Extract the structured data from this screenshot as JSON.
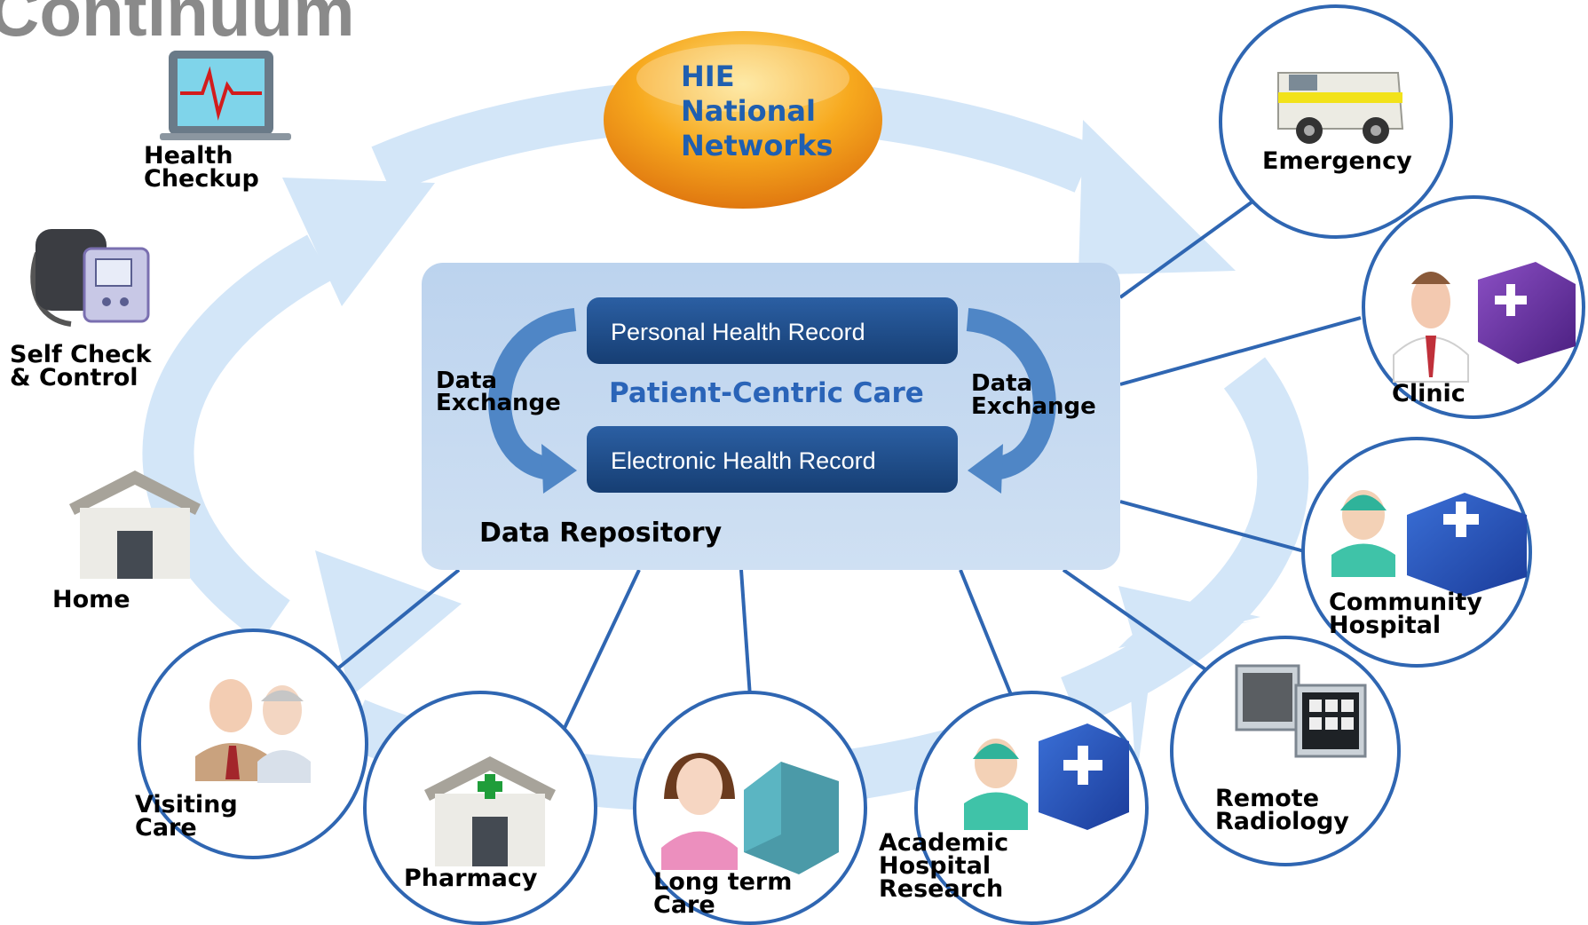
{
  "title": "Continuum",
  "hie": {
    "line1": "HIE",
    "line2": "National",
    "line3": "Networks"
  },
  "repository": {
    "personal_record": "Personal Health Record",
    "center_label": "Patient-Centric Care",
    "electronic_record": "Electronic Health Record",
    "repository_label": "Data Repository",
    "left_exchange": {
      "line1": "Data",
      "line2": "Exchange"
    },
    "right_exchange": {
      "line1": "Data",
      "line2": "Exchange"
    }
  },
  "left_items": [
    {
      "name": "health-checkup",
      "line1": "Health",
      "line2": "Checkup",
      "icon": "heart-monitor-icon"
    },
    {
      "name": "self-check",
      "line1": "Self Check",
      "line2": "& Control",
      "icon": "blood-pressure-monitor-icon"
    },
    {
      "name": "home",
      "line1": "Home",
      "line2": "",
      "icon": "house-icon"
    }
  ],
  "nodes": [
    {
      "name": "emergency",
      "line1": "Emergency",
      "line2": "",
      "line3": "",
      "icon": "ambulance-icon"
    },
    {
      "name": "clinic",
      "line1": "Clinic",
      "line2": "",
      "line3": "",
      "icon": "doctor-clinic-icon"
    },
    {
      "name": "community-hospital",
      "line1": "Community",
      "line2": "Hospital",
      "line3": "",
      "icon": "surgeon-hospital-icon"
    },
    {
      "name": "remote-radiology",
      "line1": "Remote",
      "line2": "Radiology",
      "line3": "",
      "icon": "radiology-monitors-icon"
    },
    {
      "name": "academic-hospital-research",
      "line1": "Academic",
      "line2": "Hospital",
      "line3": "Research",
      "icon": "surgeon-hospital-icon"
    },
    {
      "name": "long-term-care",
      "line1": "Long term",
      "line2": "Care",
      "line3": "",
      "icon": "woman-building-icon"
    },
    {
      "name": "pharmacy",
      "line1": "Pharmacy",
      "line2": "",
      "line3": "",
      "icon": "pharmacy-icon"
    },
    {
      "name": "visiting-care",
      "line1": "Visiting",
      "line2": "Care",
      "line3": "",
      "icon": "elderly-couple-icon"
    }
  ],
  "colors": {
    "cycle_arrow": "#d3e6f8",
    "node_stroke": "#2f66b2",
    "record_bar": "#1d4a86",
    "repository_box": "#c4d8ef",
    "hie_oval": "#f39a1e"
  }
}
